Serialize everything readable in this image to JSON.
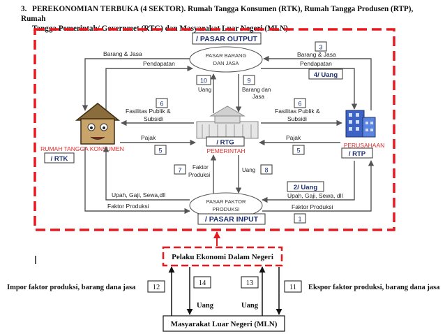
{
  "header": {
    "number": "3.",
    "line1": "PEREKONOMIAN TERBUKA (4 SEKTOR). Rumah Tangga Konsumen (RTK), Rumah Tangga Produsen (RTP), Rumah",
    "line2": "Tangga Pemerintah/ Governmet (RTG) dan Masyarakat Luar Negeri (MLN)."
  },
  "nodes": {
    "pasar_output_label": "/ PASAR OUTPUT",
    "pasar_barang_l1": "PASAR BARANG",
    "pasar_barang_l2": "DAN JASA",
    "rtk_name": "RUMAH TANGGA KONSUMEN",
    "rtk_tag": "/ RTK",
    "rtg_tag": "/ RTG",
    "rtg_name": "PEMERINTAH",
    "rtp_name": "PERUSAHAAN",
    "rtp_tag": "/ RTP",
    "pasar_faktor_l1": "PASAR FAKTOR",
    "pasar_faktor_l2": "PRODUKSI",
    "pasar_input_label": "/ PASAR INPUT",
    "pelaku": "Pelaku Ekonomi Dalam Negeri",
    "mln": "Masyarakat Luar Negeri (MLN)"
  },
  "flows": {
    "barang_jasa_left": "Barang & Jasa",
    "pendapatan_left": "Pendapatan",
    "n3": "3",
    "barang_jasa_right": "Barang & Jasa",
    "pendapatan_right": "Pendapatan",
    "n4_uang": "4/ Uang",
    "n10": "10",
    "uang_10": "Uang",
    "n9": "9",
    "barang_dan": "Barang dan",
    "jasa": "Jasa",
    "n6_left": "6",
    "fasilitas_left": "Fasilitas Publik &",
    "subsidi_left": "Subsidi",
    "n6_right": "6",
    "fasilitas_right": "Fasilitas Publik &",
    "subsidi_right": "Subsidi",
    "pajak_left": "Pajak",
    "n5_left": "5",
    "pajak_right": "Pajak",
    "n5_right": "5",
    "n7": "7",
    "faktor_l1": "Faktor",
    "faktor_l2": "Produksi",
    "uang_8": "Uang",
    "n8": "8",
    "n2_uang": "2/ Uang",
    "upah_left": "Upah, Gaji, Sewa,dll",
    "upah_right": "Upah, Gaji, Sewa, dll",
    "faktor_produksi_left": "Faktor Produksi",
    "faktor_produksi_right": "Faktor Produksi",
    "n1": "1",
    "n12": "12",
    "n14": "14",
    "n13": "13",
    "n11": "11",
    "uang_14": "Uang",
    "uang_13": "Uang",
    "impor": "Impor faktor produksi, barang dana jasa",
    "ekspor": "Ekspor faktor produksi, barang dana jasa"
  },
  "colors": {
    "dash_red": "#e8191e",
    "text_red": "#e32b2b",
    "label_blue": "#1c2f6e",
    "arrow_gray": "#555555"
  }
}
